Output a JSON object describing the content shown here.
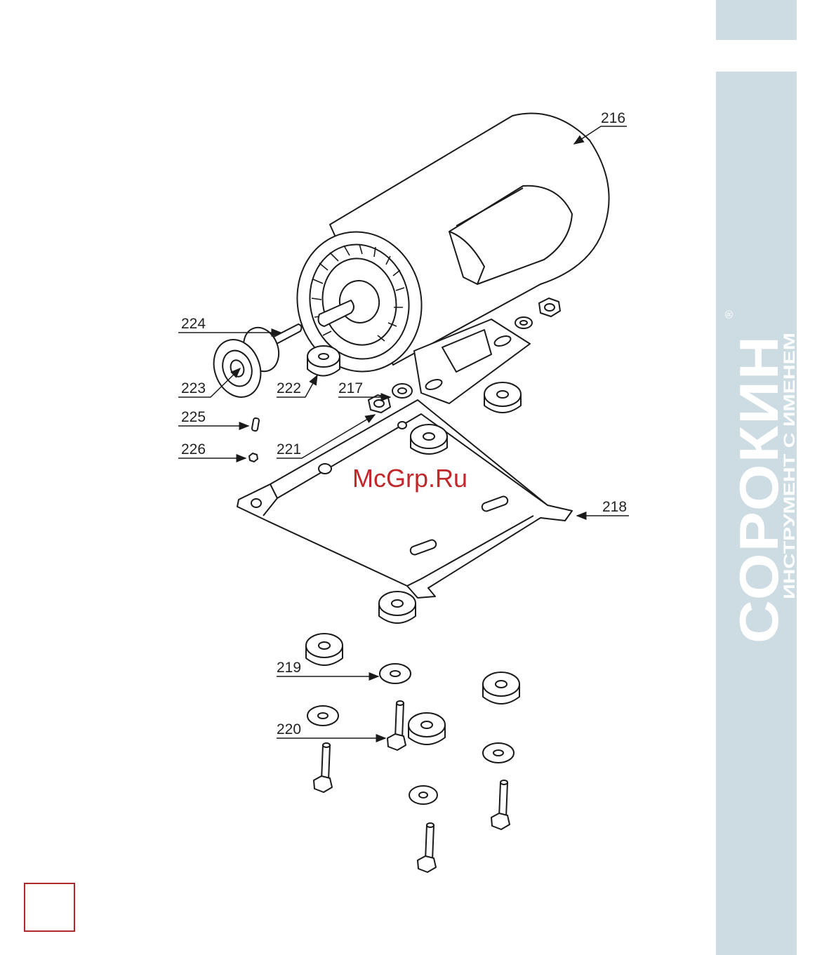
{
  "brand": {
    "name": "СОРОКИН",
    "tagline": "ИНСТРУМЕНТ С ИМЕНЕМ",
    "registered": "®"
  },
  "watermark": "McGrp.Ru",
  "page_number": "",
  "callouts": {
    "c216": "216",
    "c217": "217",
    "c218": "218",
    "c219": "219",
    "c220": "220",
    "c221": "221",
    "c222": "222",
    "c223": "223",
    "c224": "224",
    "c225": "225",
    "c226": "226"
  },
  "colors": {
    "brand_panel": "#cddce3",
    "accent_red": "#c0282b",
    "line": "#1a1a1a"
  }
}
